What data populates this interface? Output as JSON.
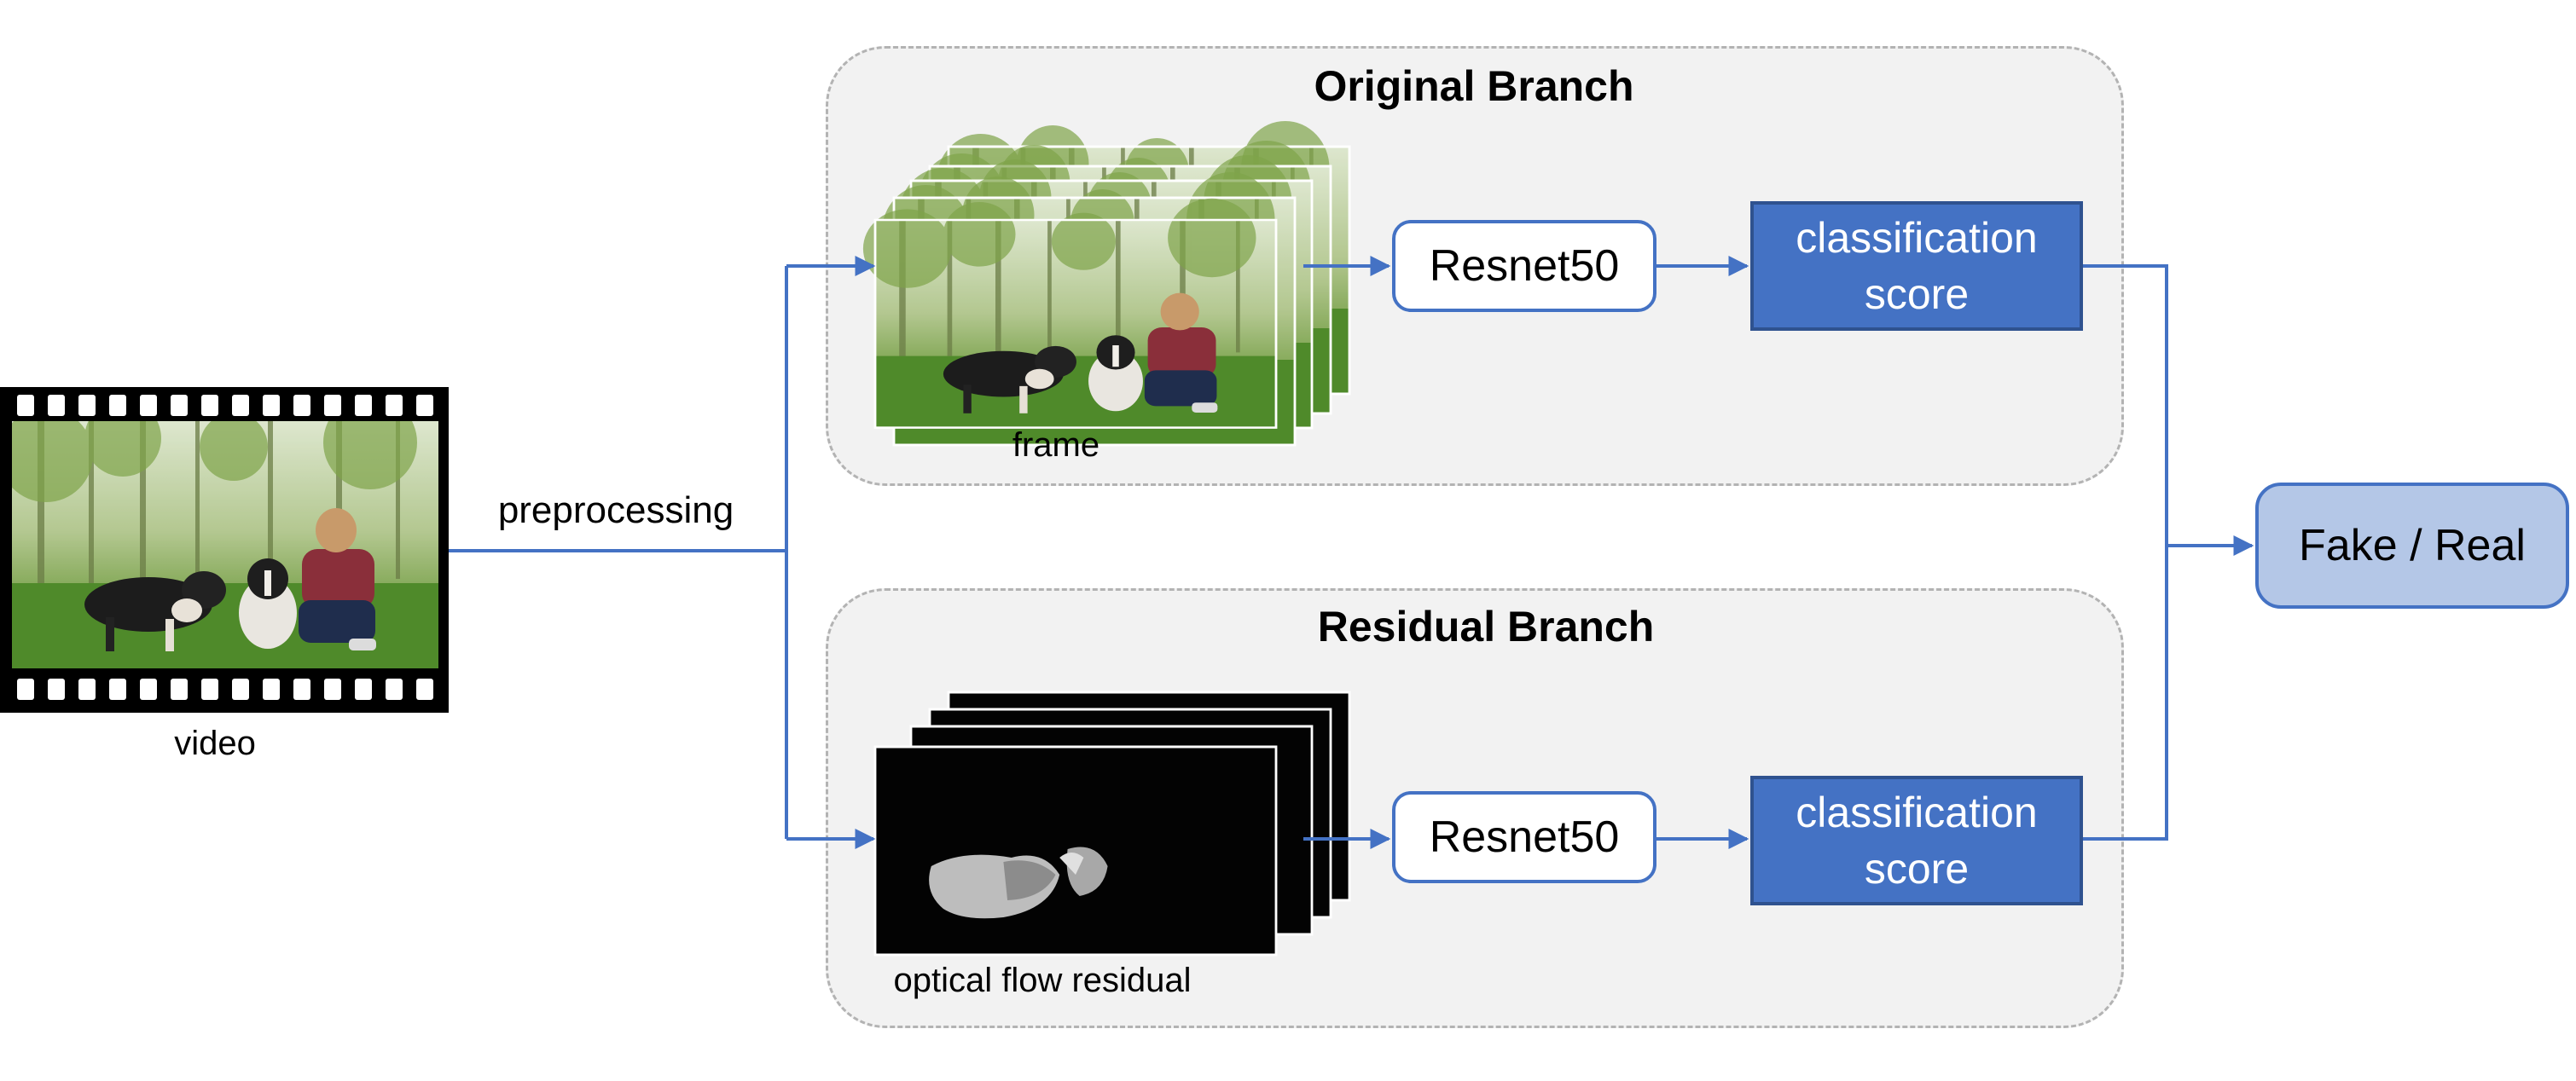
{
  "video": {
    "label": "video"
  },
  "preprocessing": {
    "label": "preprocessing"
  },
  "original_branch": {
    "title": "Original Branch",
    "input_label": "frame",
    "model_label": "Resnet50",
    "output_line1": "classification",
    "output_line2": "score"
  },
  "residual_branch": {
    "title": "Residual Branch",
    "input_label": "optical flow residual",
    "model_label": "Resnet50",
    "output_line1": "classification",
    "output_line2": "score"
  },
  "result": {
    "label": "Fake / Real"
  },
  "colors": {
    "accent": "#4472c4",
    "score_fill": "#4472c4",
    "result_fill": "#b4c7e7",
    "panel_fill": "#f2f2f2",
    "panel_border": "#b3b3b3"
  }
}
